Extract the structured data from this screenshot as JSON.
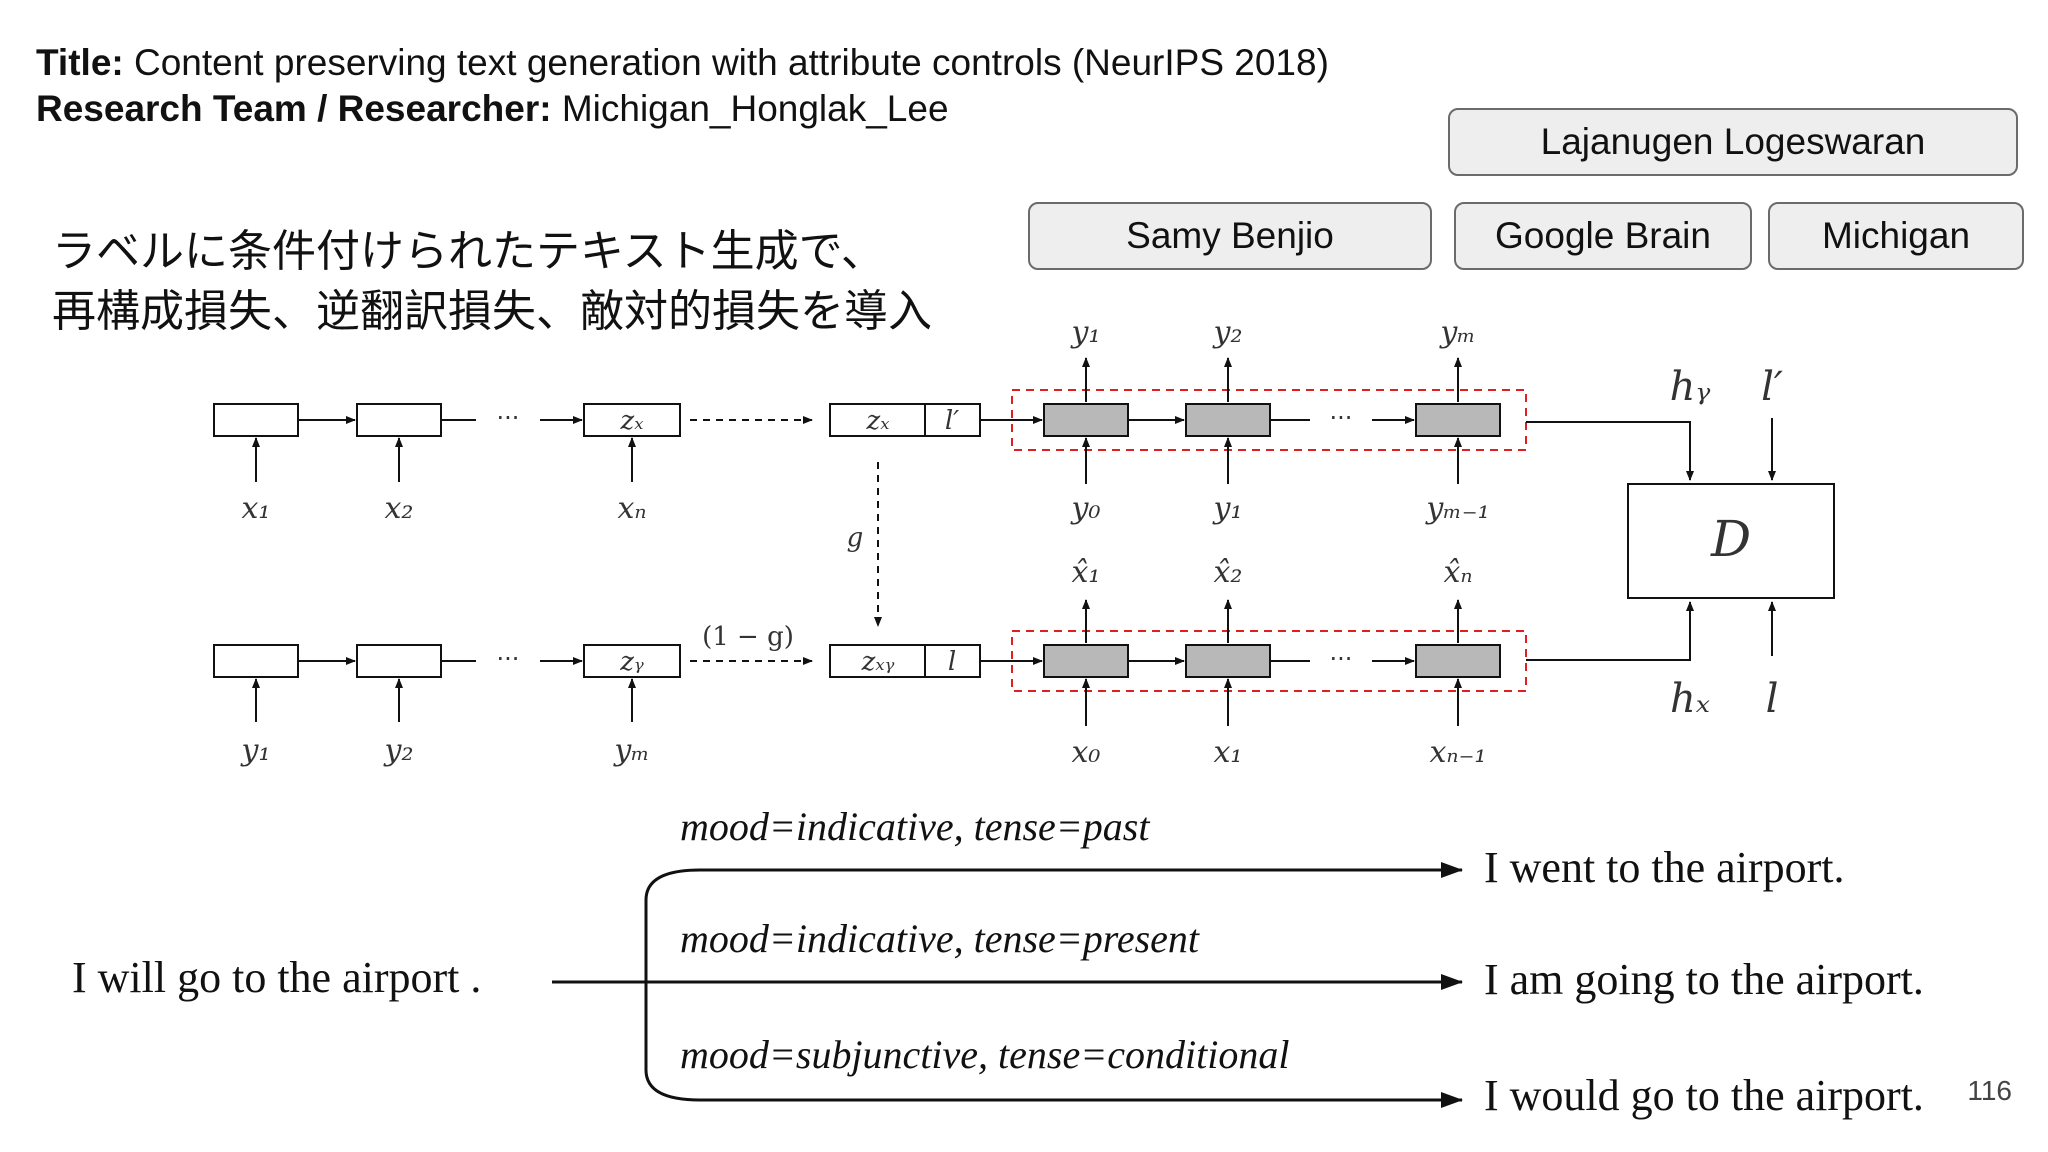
{
  "header": {
    "title_label": "Title:",
    "title_value": "Content preserving text generation with attribute controls (NeurIPS 2018)",
    "team_label": "Research Team / Researcher:",
    "team_value": "Michigan_Honglak_Lee"
  },
  "summary": {
    "line1": "ラベルに条件付けられたテキスト生成で、",
    "line2": "再構成損失、逆翻訳損失、敵対的損失を導入"
  },
  "tags": {
    "author1": "Lajanugen Logeswaran",
    "author2": "Samy Benjio",
    "org1": "Google Brain",
    "org2": "Michigan"
  },
  "diagram": {
    "top_inputs": [
      "x₁",
      "x₂",
      "xₙ"
    ],
    "bottom_inputs": [
      "y₁",
      "y₂",
      "yₘ"
    ],
    "z_top": "zₓ",
    "z_bottom": "zᵧ",
    "zx_box": "zₓ",
    "l_prime": "l′",
    "zxy_box": "zₓᵧ",
    "l": "l",
    "g": "g",
    "one_minus_g": "(1 − g)",
    "top_outputs": [
      "y₁",
      "y₂",
      "yₘ"
    ],
    "top_dec_inputs": [
      "y₀",
      "y₁",
      "yₘ₋₁"
    ],
    "bottom_outputs": [
      "x̂₁",
      "x̂₂",
      "x̂ₙ"
    ],
    "bottom_dec_inputs": [
      "x₀",
      "x₁",
      "xₙ₋₁"
    ],
    "h_y": "hᵧ",
    "h_x": "hₓ",
    "d_l_prime": "l′",
    "d_l": "l",
    "discriminator": "D",
    "ellipsis": "···"
  },
  "example": {
    "source": "I will go to the airport .",
    "attrs": [
      "mood=indicative, tense=past",
      "mood=indicative, tense=present",
      "mood=subjunctive, tense=conditional"
    ],
    "outputs": [
      "I went to the airport.",
      "I am going to the airport.",
      "I would go to the airport."
    ]
  },
  "page_number": "116",
  "colors": {
    "decoder_fill": "#b8b8b8",
    "dash_red": "#e02020"
  }
}
